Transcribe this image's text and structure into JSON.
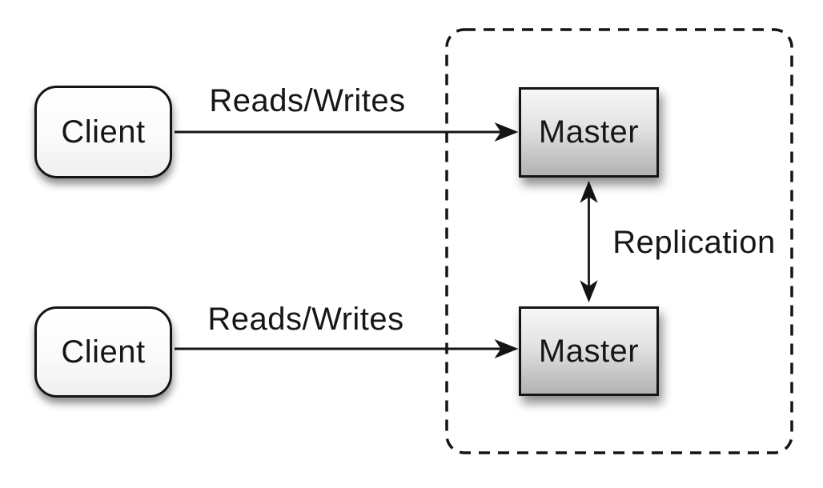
{
  "diagram": {
    "description": "Master-master replication topology diagram",
    "clients": [
      {
        "label": "Client"
      },
      {
        "label": "Client"
      }
    ],
    "masters": [
      {
        "label": "Master"
      },
      {
        "label": "Master"
      }
    ],
    "edge_labels": {
      "reads_writes_top": "Reads/Writes",
      "reads_writes_bottom": "Reads/Writes",
      "replication": "Replication"
    },
    "colors": {
      "background": "#ffffff",
      "stroke": "#141414",
      "text": "#161616",
      "client_fill_top": "#ffffff",
      "client_fill_bottom": "#efefef",
      "master_fill_top": "#f6f6f6",
      "master_fill_bottom": "#b2b2b2",
      "shadow": "rgba(0,0,0,0.45)"
    }
  }
}
